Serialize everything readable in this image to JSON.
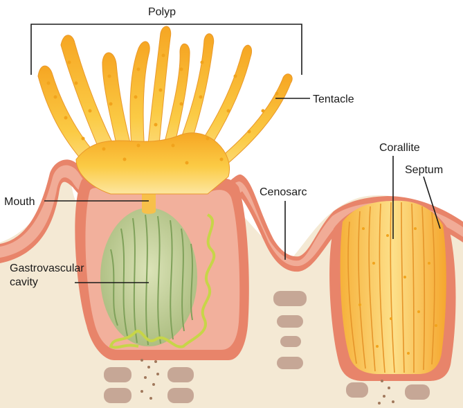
{
  "diagram": {
    "labels": {
      "polyp": "Polyp",
      "tentacle": "Tentacle",
      "mouth": "Mouth",
      "gastro_line1": "Gastrovascular",
      "gastro_line2": "cavity",
      "cenosarc": "Cenosarc",
      "corallite": "Corallite",
      "septum": "Septum"
    },
    "colors": {
      "tissue": "#e8846a",
      "tissue_inner": "#f3b3a0",
      "skeleton": "#f4e9d4",
      "tentacle": "#f7b731",
      "tentacle_light": "#fde28a",
      "cavity": "#b9c98e",
      "cavity_lines": "#7fa15a",
      "cavity_cord": "#c7d548",
      "pores": "#c9b49a",
      "blocks": "#c6a796"
    }
  }
}
